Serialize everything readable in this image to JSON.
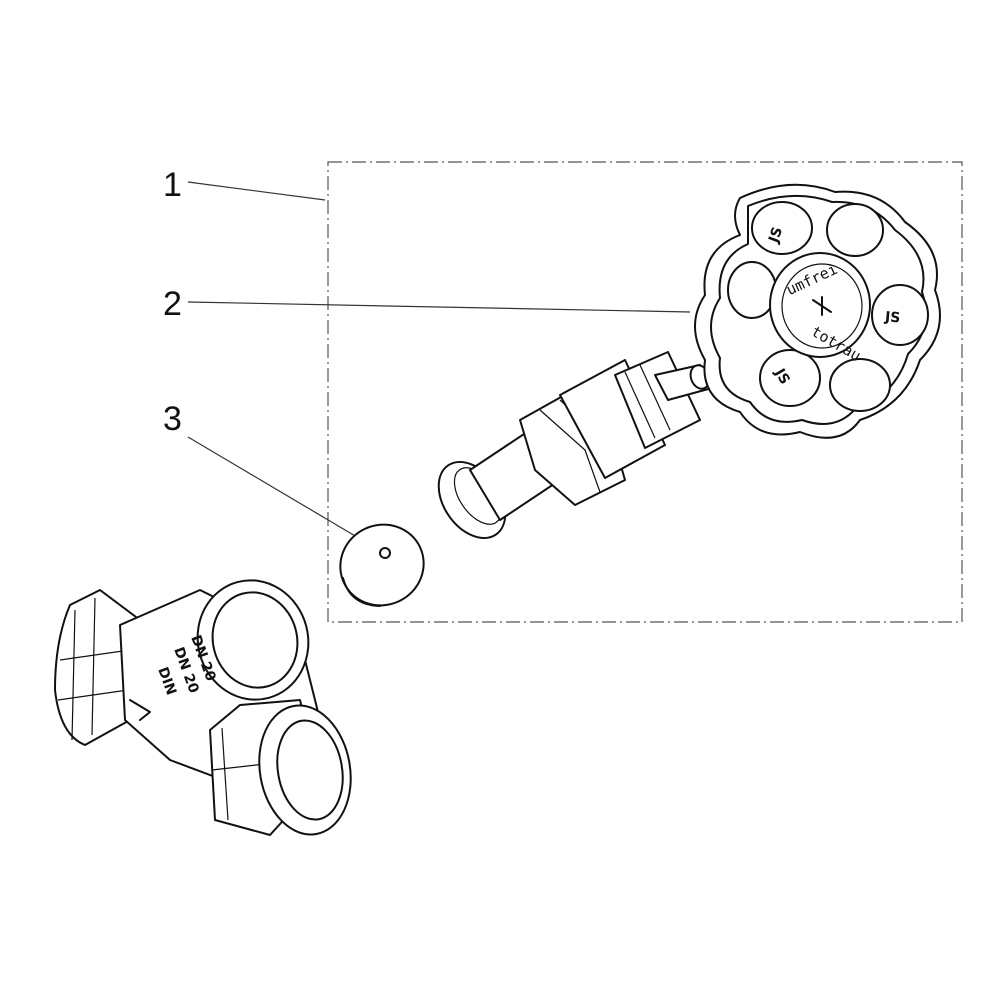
{
  "callouts": [
    {
      "number": "1"
    },
    {
      "number": "2"
    },
    {
      "number": "3"
    }
  ],
  "handwheel": {
    "cap_text": "umfrei",
    "cap_text_lower": "totrau",
    "logo_mark": "JS"
  },
  "valve_body": {
    "markings": [
      "DN 20",
      "DN 20",
      "DIN"
    ]
  }
}
